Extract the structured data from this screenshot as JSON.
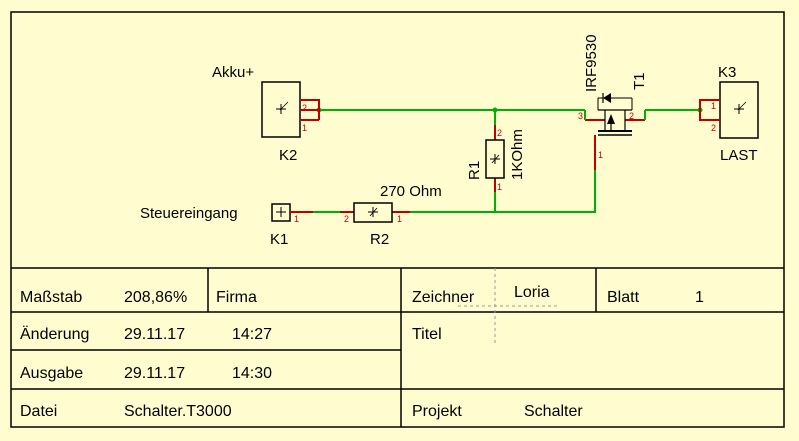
{
  "schematic": {
    "components": {
      "k2": {
        "ref": "K2",
        "label": "Akku+",
        "pin1": "1",
        "pin2": "2"
      },
      "k3": {
        "ref": "K3",
        "label": "LAST",
        "pin1": "1",
        "pin2": "2"
      },
      "k1": {
        "ref": "K1",
        "label": "Steuereingang",
        "pin1": "1"
      },
      "r1": {
        "ref": "R1",
        "value": "1KOhm",
        "pin1": "1",
        "pin2": "2"
      },
      "r2": {
        "ref": "R2",
        "value": "270 Ohm",
        "pin1": "1",
        "pin2": "2"
      },
      "t1": {
        "ref": "T1",
        "value": "IRF9530",
        "pin1": "1",
        "pin2": "2",
        "pin3": "3"
      }
    },
    "colors": {
      "wire": "#00b000",
      "pin": "#c00000",
      "outline": "#000000",
      "background": "#fffdd0"
    }
  },
  "titleblock": {
    "massstab_label": "Maßstab",
    "massstab_value": "208,86%",
    "firma_label": "Firma",
    "zeichner_label": "Zeichner",
    "zeichner_value": "Loria",
    "blatt_label": "Blatt",
    "blatt_value": "1",
    "aenderung_label": "Änderung",
    "aenderung_date": "29.11.17",
    "aenderung_time": "14:27",
    "titel_label": "Titel",
    "ausgabe_label": "Ausgabe",
    "ausgabe_date": "29.11.17",
    "ausgabe_time": "14:30",
    "datei_label": "Datei",
    "datei_value": "Schalter.T3000",
    "projekt_label": "Projekt",
    "projekt_value": "Schalter"
  }
}
